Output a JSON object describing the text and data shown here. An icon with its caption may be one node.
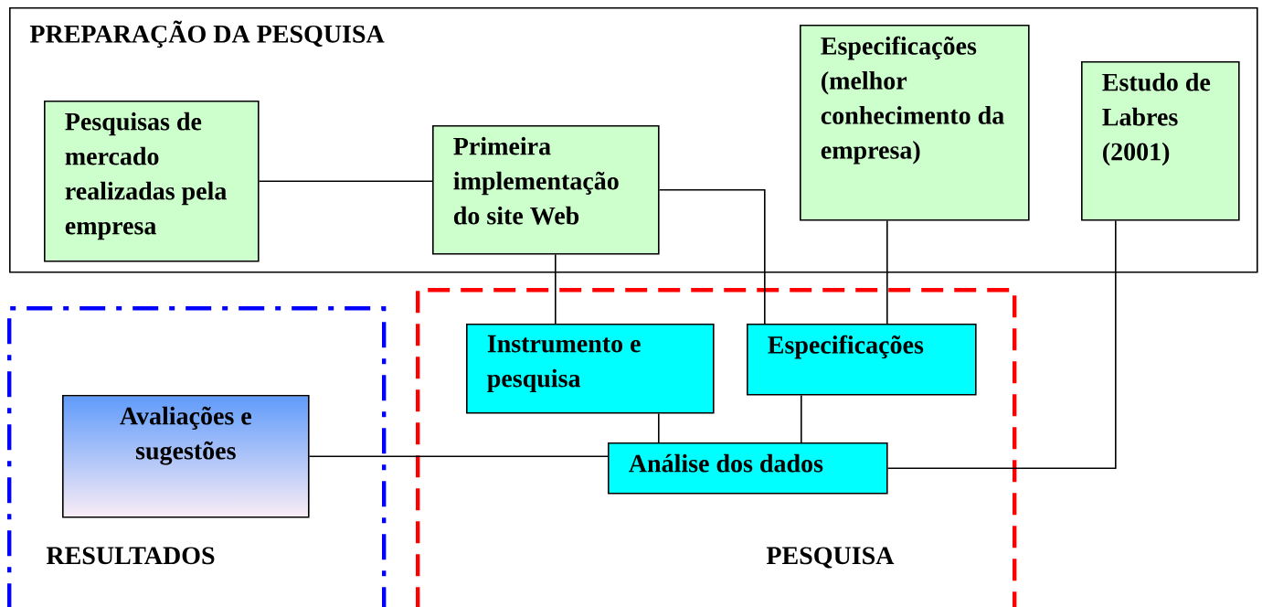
{
  "diagram": {
    "nodes": [
      {
        "text": [
          "PREPARAÇÃO DA PESQUISA"
        ]
      },
      {
        "text": [
          "Pesquisas de mercado realizadas pela empresa"
        ],
        "in": 0
      },
      {
        "text": [
          "Primeira implementação do site Web"
        ],
        "in": 0
      },
      {
        "text": [
          "Especificações (melhor conhecimento da empresa)"
        ],
        "in": 0
      },
      {
        "text": [
          "Estudo de Labres (2001)"
        ],
        "in": 0
      },
      {
        "text": [
          "RESULTADOS"
        ]
      },
      {
        "text": [
          "Avaliações e sugestões"
        ],
        "in": 5
      },
      {
        "text": [
          "PESQUISA"
        ]
      },
      {
        "text": [
          "Instrumento e pesquisa"
        ],
        "in": 7
      },
      {
        "text": [
          "Especificações"
        ],
        "in": 7
      },
      {
        "text": [
          "Análise dos dados"
        ],
        "in": 7
      }
    ],
    "edges": [
      {
        "from": 1,
        "to": 2,
        "arrow": "none"
      },
      {
        "from": 2,
        "to": 8,
        "arrow": "none"
      },
      {
        "from": 2,
        "to": 9,
        "arrow": "none"
      },
      {
        "from": 3,
        "to": 9,
        "arrow": "none"
      },
      {
        "from": 4,
        "to": 10,
        "arrow": "none"
      },
      {
        "from": 8,
        "to": 10,
        "arrow": "none"
      },
      {
        "from": 9,
        "to": 10,
        "arrow": "none"
      },
      {
        "from": 6,
        "to": 10,
        "arrow": "none"
      }
    ]
  }
}
